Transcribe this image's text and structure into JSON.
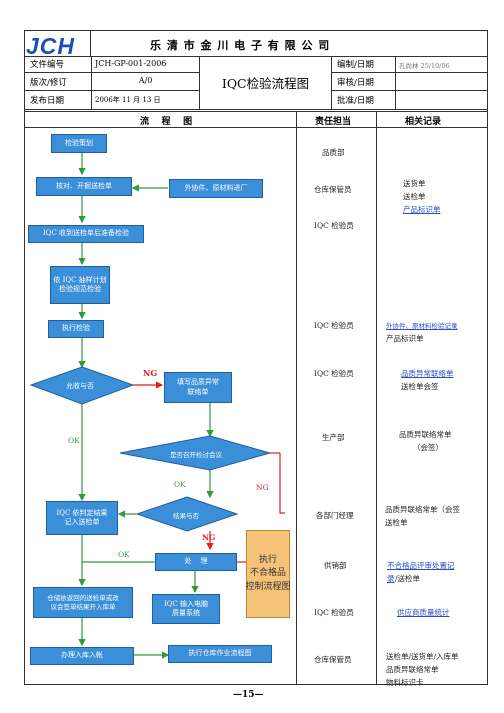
{
  "logo": "JCH",
  "company": "乐 清 市 金 川 电 子 有 限 公 司",
  "doc_title": "IQC检验流程图",
  "header": {
    "doc_no_label": "文件编号",
    "doc_no": "JCH-GP-001-2006",
    "version_label": "版次/修订",
    "version": "A/0",
    "date_label": "发布日期",
    "date": "2006年 11 月 13 日",
    "compile_label": "编制/日期",
    "compile_value": "孔尚林 25/10/06",
    "review_label": "审核/日期",
    "approve_label": "批准/日期"
  },
  "columns": {
    "flow": "流    程    图",
    "resp": "责任担当",
    "records": "相关记录"
  },
  "flow": {
    "plan": "检验策划",
    "verify": "核对、开掘送检单",
    "outsource": "外协件、原材料进厂",
    "receive": "IQC 收到送检单后准备检验",
    "sample": "依 IQC 抽样计划\n检验规范检验",
    "execute": "执行检验",
    "judge": "允收与否",
    "ng1": "NG",
    "fill_abnormal": "填写品质异常\n联络单",
    "ok1": "OK",
    "meeting": "是否召开检讨会议",
    "ok2": "OK",
    "ng2": "NG",
    "iqc_record": "IQC 依判定结果\n记入送检单",
    "result": "结果与否",
    "ng3": "NG",
    "ok3": "OK",
    "handle": "处    理",
    "iqc_input": "IQC 输入电脑\n质量系统",
    "warehouse_note": "仓储依返回的送检单或改\n议会签单结果开入库单",
    "inbound": "办理入库入帐",
    "warehouse_flow": "执行仓库作业流程图",
    "exec_control": "执行\n不合格品\n控制流程图"
  },
  "resp": [
    "品质部",
    "仓库保管员",
    "IQC 检验员",
    "IQC 检验员",
    "IQC 检验员",
    "生产部",
    "各部门经理",
    "供销部",
    "IQC 检验员",
    "仓库保管员"
  ],
  "records": {
    "r1a": "送货单",
    "r1b": "送检单",
    "r1c": "产品标识单",
    "r2a": "外协件、原材料检验记录",
    "r2b": "产品标识单",
    "r3a": "品质异常联络单",
    "r3b": "送检单会签",
    "r4a": "品质异联络常单",
    "r4b": "（会签）",
    "r5a": "品质异联络常单（会签",
    "r5b": "送检单",
    "r6a": "不合格品评审处置记",
    "r6b": "录",
    "r6c": "/送检单",
    "r7": "供应商质量统计",
    "r8a": "送检单/送货单/入库单",
    "r8b": "品质异联络常单",
    "r8c": "物料标识卡"
  },
  "footer": "—15—",
  "colors": {
    "blue": "#3b8fd8",
    "orange": "#f5c27a",
    "line": "#2e9a3a",
    "red": "#d22",
    "link": "#2a4cc7"
  }
}
